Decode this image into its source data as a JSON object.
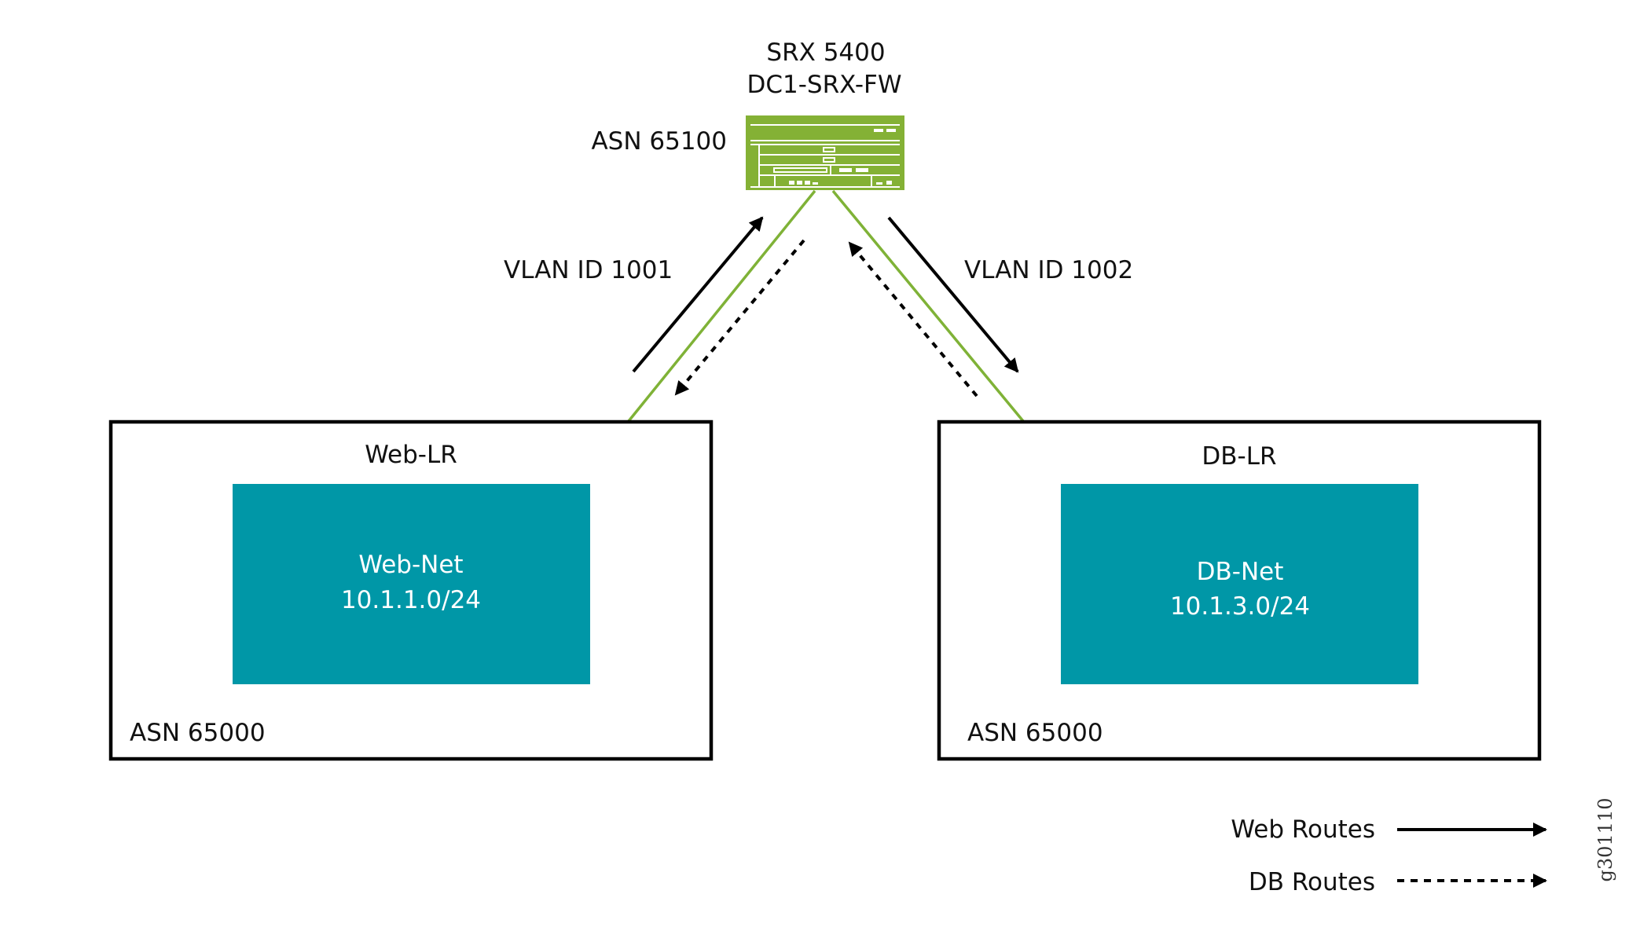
{
  "diagram": {
    "firewall": {
      "model": "SRX 5400",
      "hostname": "DC1-SRX-FW",
      "asn": "ASN 65100",
      "icon": "firewall-chassis-icon"
    },
    "links": {
      "left_vlan": "VLAN ID 1001",
      "right_vlan": "VLAN ID 1002"
    },
    "routers": [
      {
        "name": "Web-LR",
        "asn": "ASN 65000",
        "network": {
          "name": "Web-Net",
          "subnet": "10.1.1.0/24"
        }
      },
      {
        "name": "DB-LR",
        "asn": "ASN 65000",
        "network": {
          "name": "DB-Net",
          "subnet": "10.1.3.0/24"
        }
      }
    ],
    "legend": {
      "web_routes": "Web Routes",
      "db_routes": "DB Routes"
    },
    "figure_code": "g301110",
    "colors": {
      "device_green": "#84b135",
      "link_green": "#7fb237",
      "network_teal": "#0097a7",
      "line_black": "#000000"
    }
  }
}
